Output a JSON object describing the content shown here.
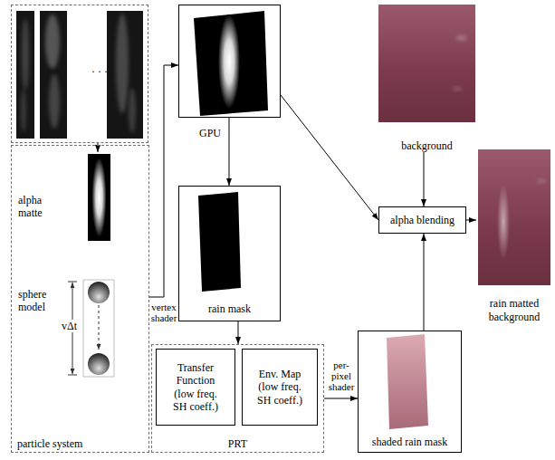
{
  "diagram": {
    "nodes": [
      {
        "text": [
          "· · ·"
        ]
      },
      {
        "text": []
      },
      {
        "text": [
          "background"
        ]
      },
      {
        "text": [
          "rain mask"
        ]
      },
      {
        "text": [
          "alpha blending"
        ]
      },
      {
        "text": [
          "rain matted background"
        ]
      },
      {
        "text": [
          "particle system"
        ]
      },
      {
        "text": [
          "alpha matte"
        ],
        "in": 6
      },
      {
        "text": [
          "sphere model",
          "vΔt"
        ],
        "in": 6
      },
      {
        "text": [
          "PRT"
        ]
      },
      {
        "text": [
          "Transfer Function (low freq. SH coeff.)"
        ],
        "in": 9
      },
      {
        "text": [
          "Env. Map (low freq. SH coeff.)"
        ],
        "in": 9
      },
      {
        "text": [
          "shaded rain mask"
        ]
      }
    ],
    "edges": [
      {
        "from": 0,
        "to": 7,
        "arrow": "to"
      },
      {
        "from": 6,
        "to": 1,
        "label": "vertex shader",
        "arrow": "to"
      },
      {
        "from": 1,
        "to": 3,
        "label": "GPU",
        "arrow": "to"
      },
      {
        "from": 1,
        "to": 4,
        "arrow": "to"
      },
      {
        "from": 2,
        "to": 4,
        "arrow": "to"
      },
      {
        "from": 3,
        "to": 9,
        "arrow": "to"
      },
      {
        "from": 9,
        "to": 12,
        "label": "per-pixel shader",
        "arrow": "to"
      },
      {
        "from": 12,
        "to": 4,
        "arrow": "to"
      },
      {
        "from": 4,
        "to": 5,
        "arrow": "to"
      }
    ]
  }
}
